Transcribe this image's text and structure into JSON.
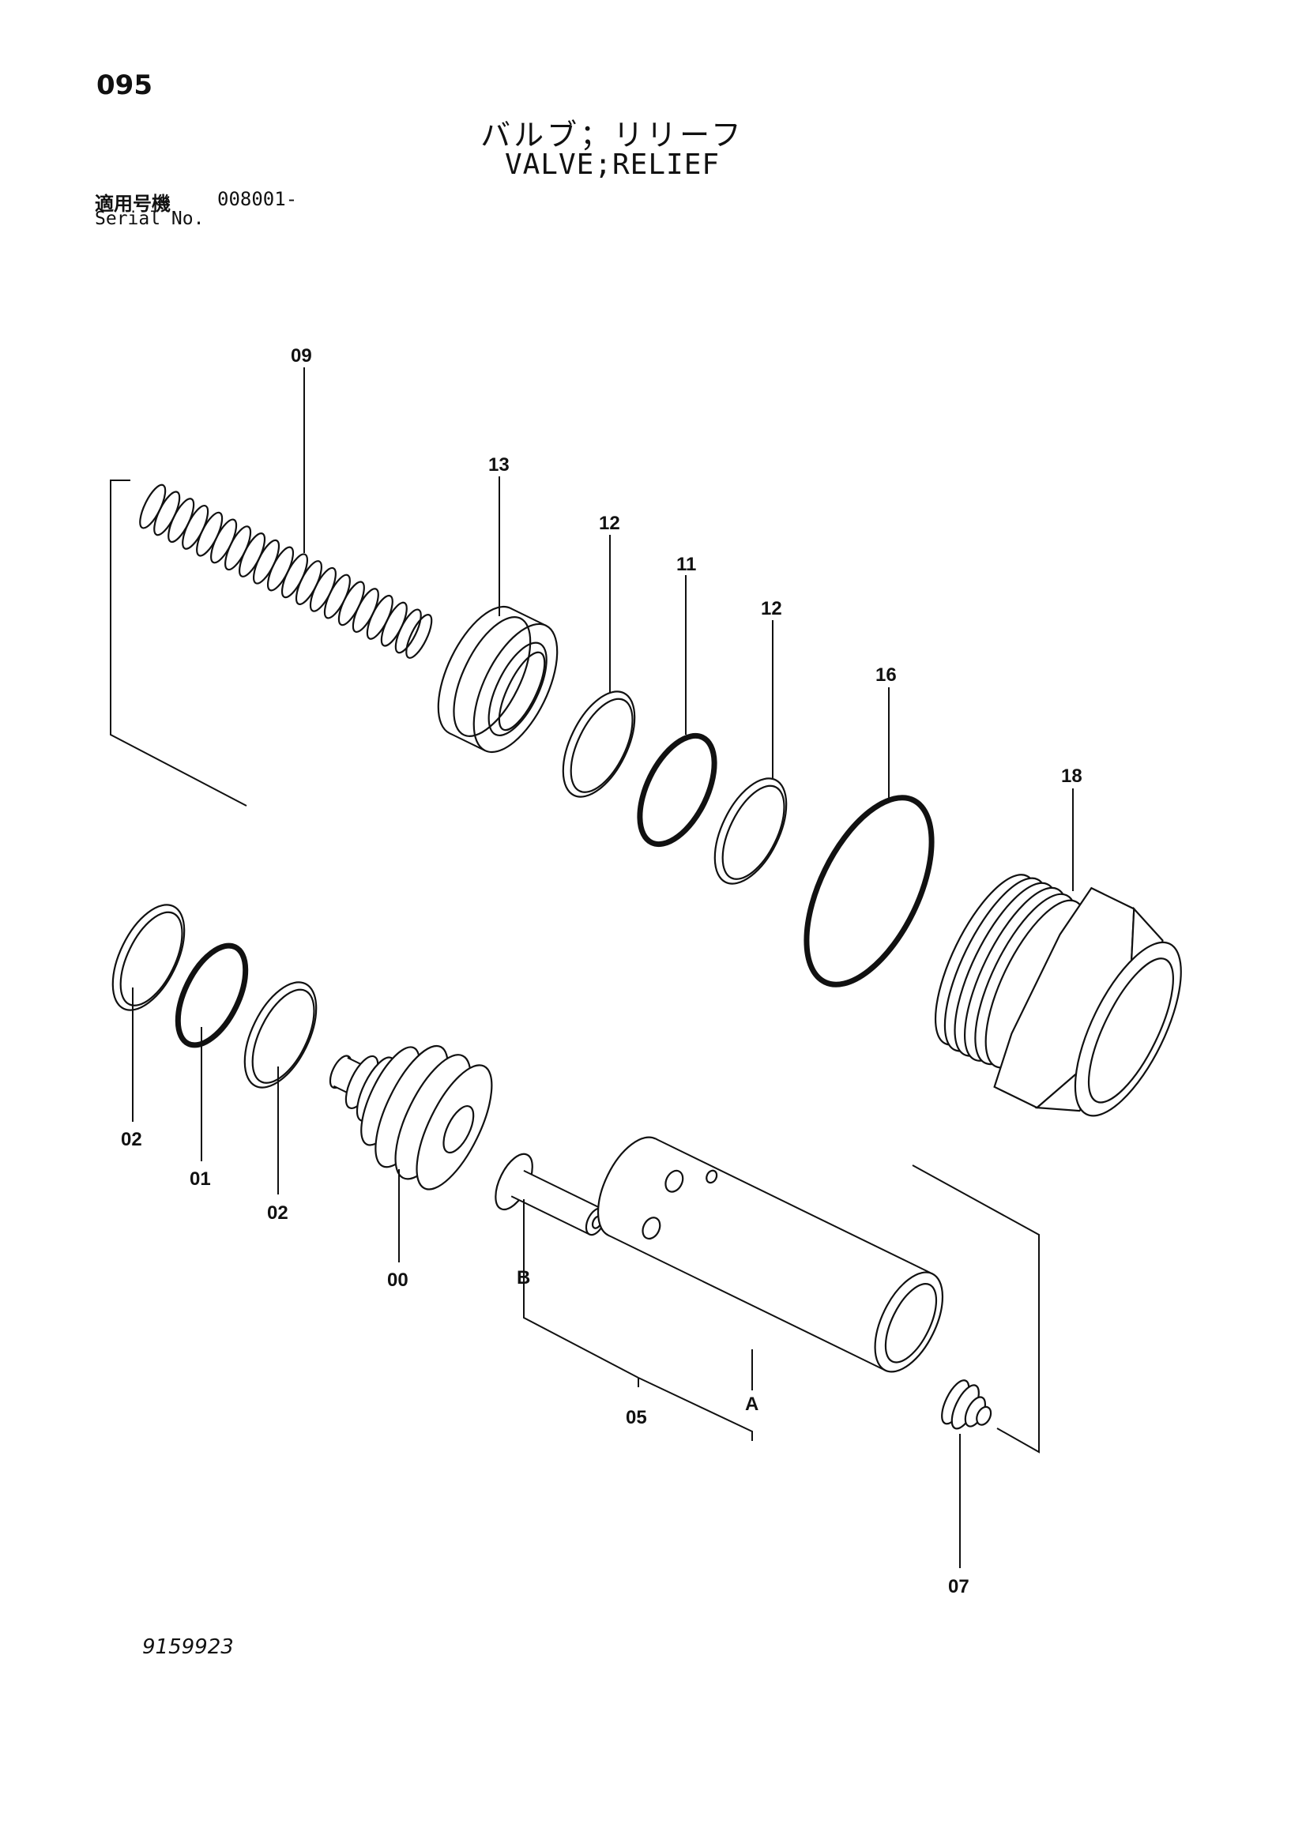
{
  "header": {
    "page_number": "095",
    "title_jp": "バルブ；リリーフ",
    "title_en": "VALVE;RELIEF",
    "serial_label_jp": "適用号機",
    "serial_value": "008001-",
    "serial_label_en": "Serial No."
  },
  "callouts": {
    "c09": "09",
    "c13": "13",
    "c12a": "12",
    "c11": "11",
    "c12b": "12",
    "c16": "16",
    "c18": "18",
    "c02a": "02",
    "c01": "01",
    "c02b": "02",
    "c00": "00",
    "cB": "B",
    "c05": "05",
    "cA": "A",
    "c07": "07"
  },
  "footer": {
    "document_number": "9159923"
  }
}
